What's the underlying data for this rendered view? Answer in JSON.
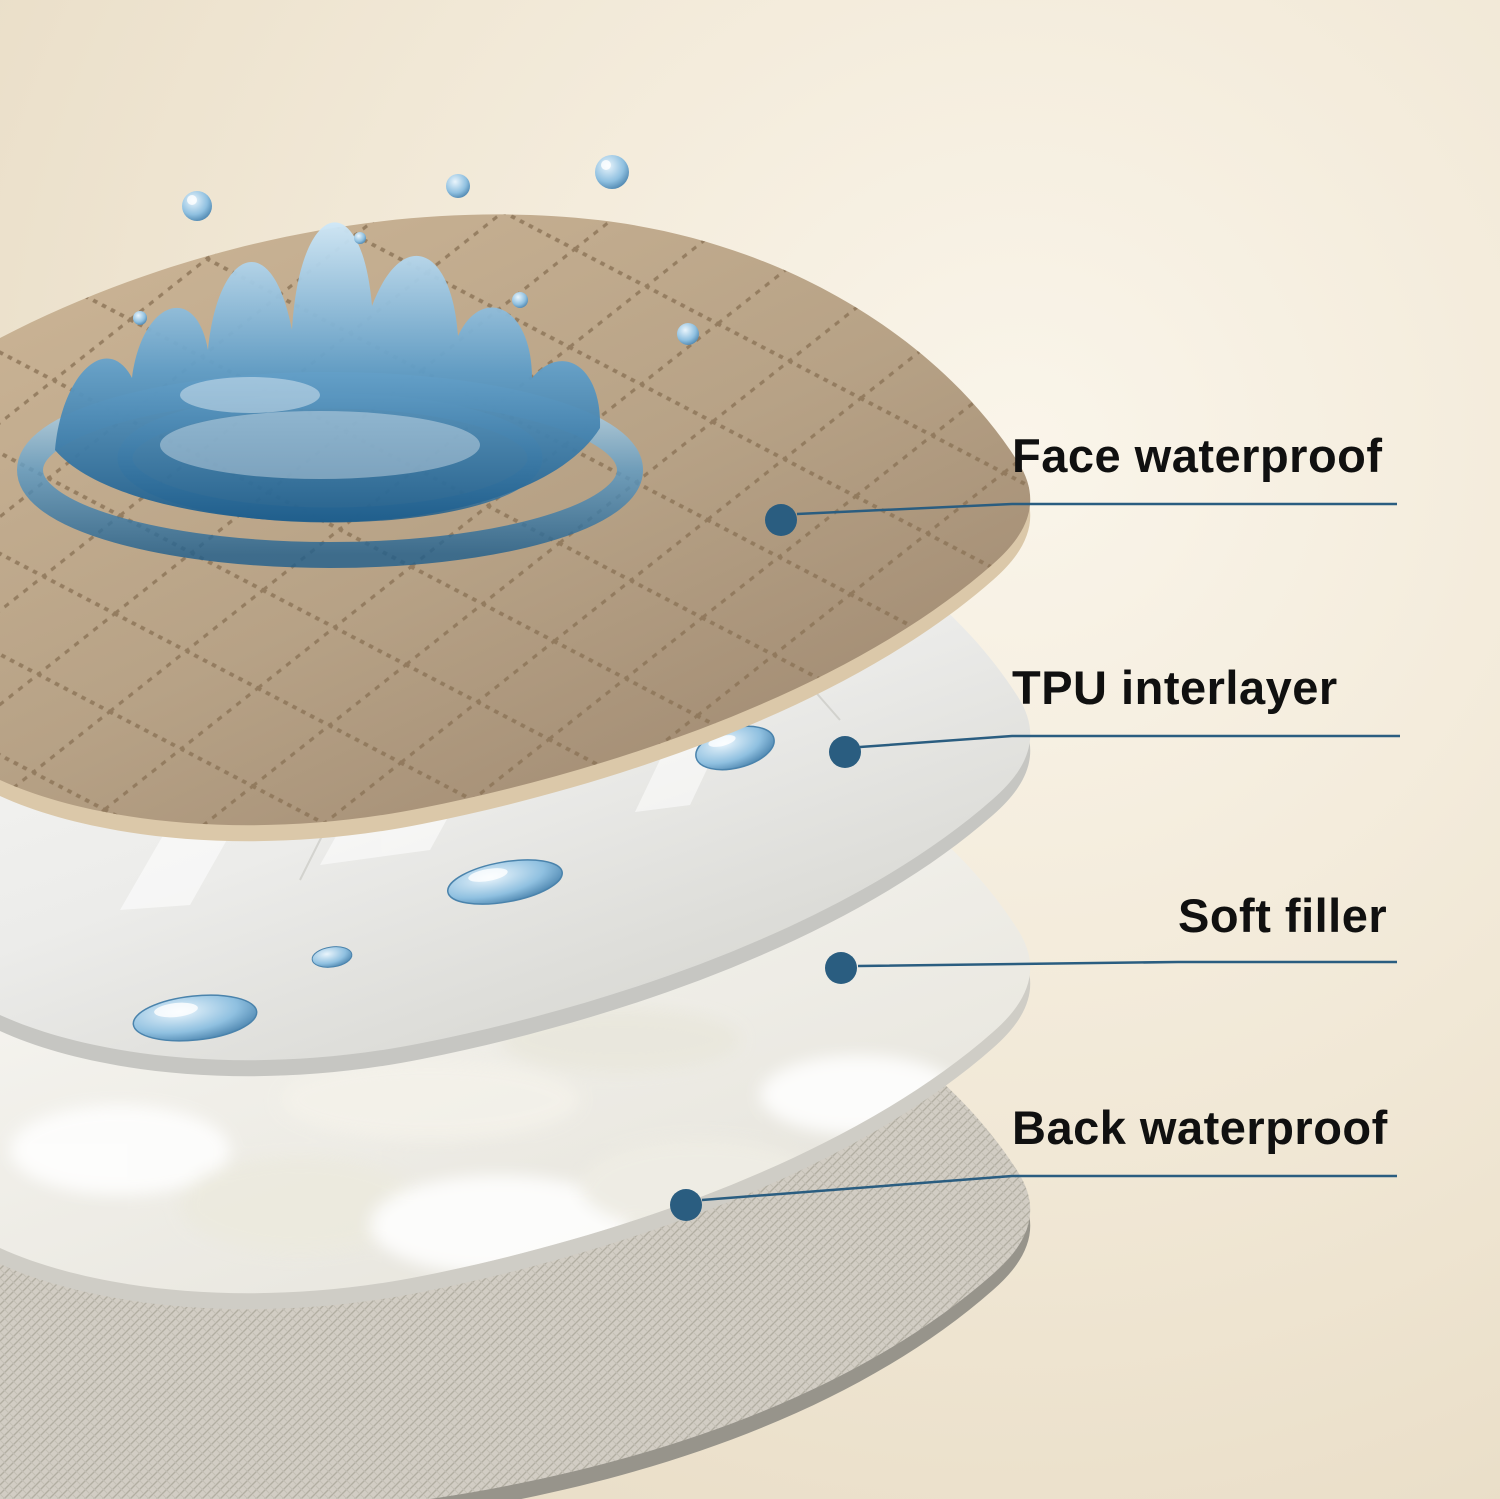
{
  "page": {
    "background_from": "#faf5ea",
    "background_to": "#e5d8bf"
  },
  "diagram": {
    "accent_color": "#2a5d80",
    "text_color": "#101010",
    "water_color": "#3d7fae",
    "labels": [
      {
        "id": "face-waterproof",
        "text": "Face waterproof"
      },
      {
        "id": "tpu-interlayer",
        "text": "TPU interlayer"
      },
      {
        "id": "soft-filler",
        "text": "Soft filler"
      },
      {
        "id": "back-waterproof",
        "text": "Back waterproof"
      }
    ],
    "layers": [
      {
        "name": "Face waterproof",
        "fill": "#b7a286",
        "edge": "#dbc8a9",
        "texture": "quilted"
      },
      {
        "name": "TPU interlayer",
        "fill": "#efefec",
        "edge": "#c6c6c2",
        "texture": "glossy"
      },
      {
        "name": "Soft filler",
        "fill": "#f6f5f1",
        "edge": "#cfcdc6",
        "texture": "fluffy"
      },
      {
        "name": "Back waterproof",
        "fill": "#dcd8cf",
        "edge": "#97948b",
        "texture": "woven"
      }
    ],
    "icons": [
      {
        "name": "water-splash-icon"
      },
      {
        "name": "water-droplets-icon"
      }
    ]
  }
}
